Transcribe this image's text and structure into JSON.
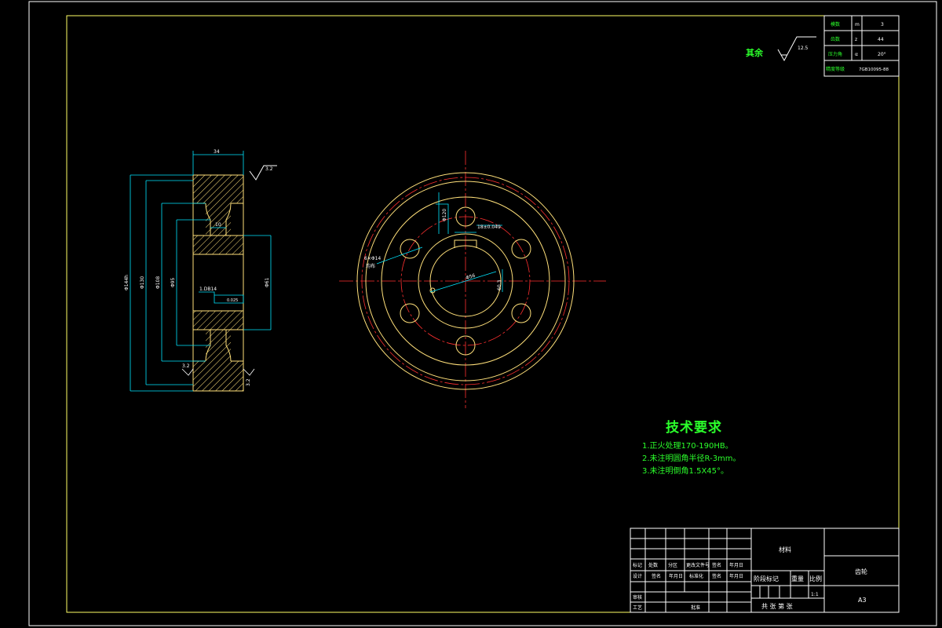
{
  "colors": {
    "border": "#ffff66",
    "green": "#2bff2b",
    "cyan": "#00e5ff",
    "red": "#ff3030",
    "white": "#ffffff",
    "gear": "#ffe07a"
  },
  "spec_table": [
    {
      "label": "模数",
      "sym": "m",
      "val": "3"
    },
    {
      "label": "齿数",
      "sym": "z",
      "val": "44"
    },
    {
      "label": "压力角",
      "sym": "α",
      "val": "20°"
    },
    {
      "label": "精度等级",
      "val": "7GB10095-88"
    }
  ],
  "surface": {
    "label": "其余",
    "roughness": "12.5"
  },
  "side_view": {
    "width_dim": "34",
    "roughness": "3.2",
    "dim_outer": "Φ144h",
    "dim_2": "Φ130",
    "dim_3": "Φ108",
    "dim_4": "Φ95",
    "dim_bore": "Φ61",
    "dim_10": "10",
    "tolerance_a": "1.DB14",
    "tolerance_b": "0.025",
    "r1": "3.2",
    "r2": "3.2"
  },
  "front_view": {
    "keyway": "18±0.049",
    "hole": "6×Φ14",
    "hole_note": "均布",
    "bore": "Φ56",
    "depth": "60.3",
    "vert_dim": "Φ120"
  },
  "tech_req": {
    "title": "技术要求",
    "items": [
      "1.正火处理170-190HB。",
      "2.未注明圆角半径R-3mm。",
      "3.未注明倒角1.5X45°。"
    ]
  },
  "title_block": {
    "material": "材料",
    "part_name": "齿轮",
    "stage_label": "阶段标记",
    "weight_label": "重量",
    "scale_label": "比例",
    "scale": "1:1",
    "sheets": "共  张 第  张",
    "size": "A3",
    "row_labels": [
      "标记",
      "处数",
      "分区",
      "更改文件号",
      "签名",
      "年月日"
    ],
    "design_row": [
      "设计",
      "签名",
      "年月日",
      "标准化",
      "签名",
      "年月日"
    ],
    "review": "审核",
    "process": "工艺",
    "approve": "批准"
  }
}
